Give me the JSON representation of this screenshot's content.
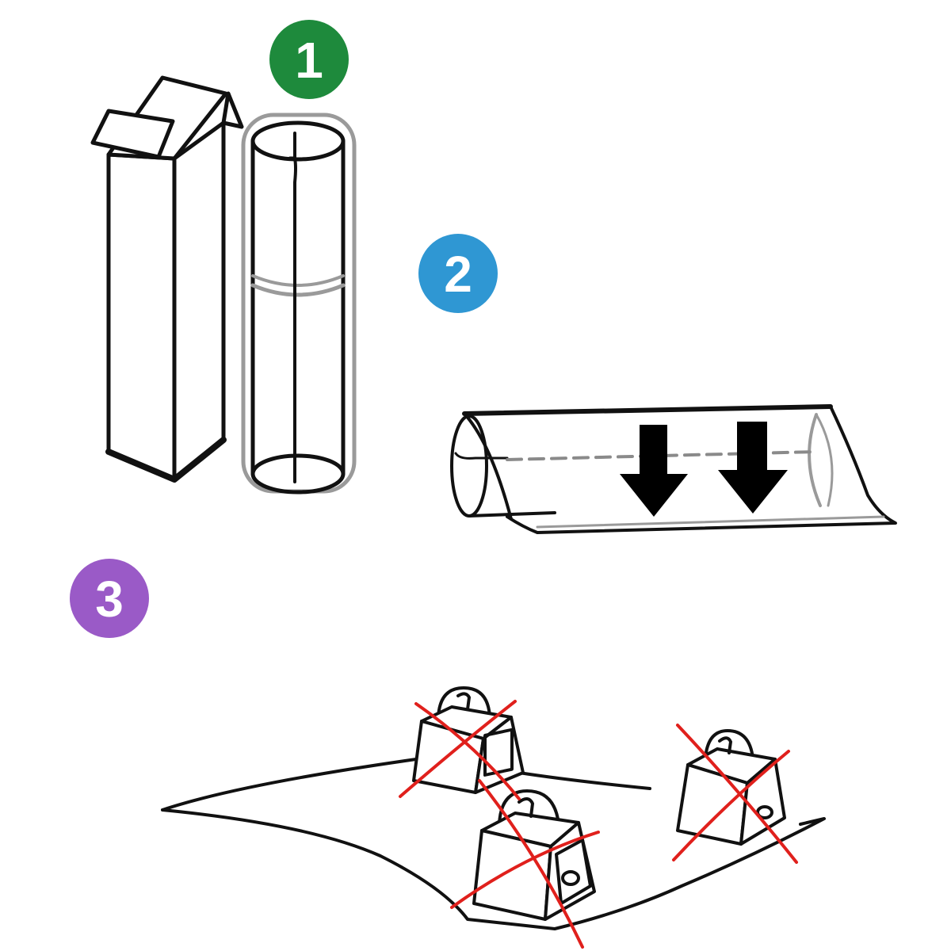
{
  "steps": [
    {
      "number": "1",
      "color": "#1e8a3c"
    },
    {
      "number": "2",
      "color": "#2f97d3"
    },
    {
      "number": "3",
      "color": "#9a5ac7"
    }
  ],
  "colors": {
    "line": "#111111",
    "outline_gray": "#9a9a9a",
    "cross_red": "#e0201c",
    "arrow": "#000000",
    "background": "#ffffff"
  }
}
